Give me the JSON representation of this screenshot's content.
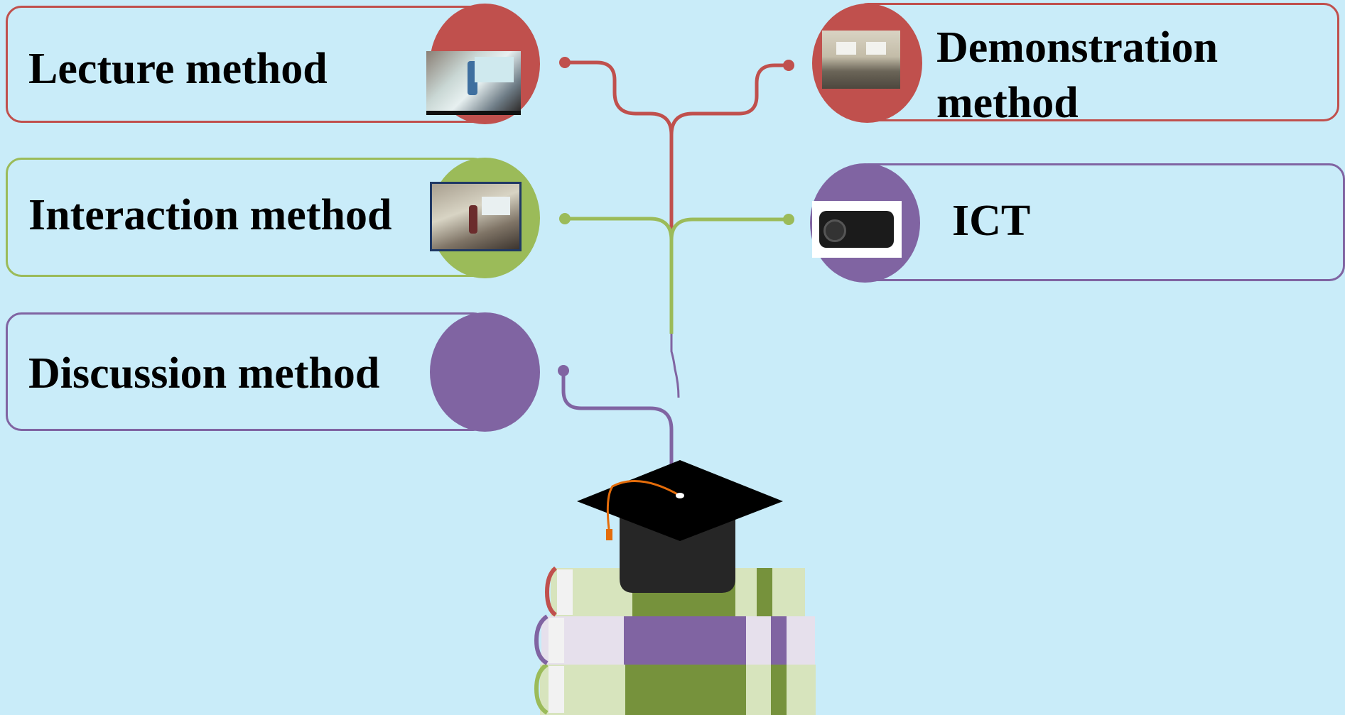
{
  "colors": {
    "background": "#c9ecf9",
    "red": "#c0504d",
    "green": "#9bbb59",
    "purple": "#8064a2",
    "dark_green": "#76923c",
    "light_green": "#d7e4bd",
    "light_purple": "#e6e0ec",
    "cap_black": "#000000",
    "tassel": "#e46c0a"
  },
  "methods": [
    {
      "label": "Lecture method",
      "color": "red",
      "icon": "classroom-lecture-photo"
    },
    {
      "label": "Interaction method",
      "color": "green",
      "icon": "classroom-interaction-photo"
    },
    {
      "label": "Discussion method",
      "color": "purple",
      "icon": ""
    },
    {
      "label": "Demonstration method",
      "color": "red",
      "icon": "demonstration-room-photo"
    },
    {
      "label": "ICT",
      "color": "purple",
      "icon": "projector-photo"
    }
  ],
  "illustration": {
    "icon": "graduation-cap-on-books"
  }
}
